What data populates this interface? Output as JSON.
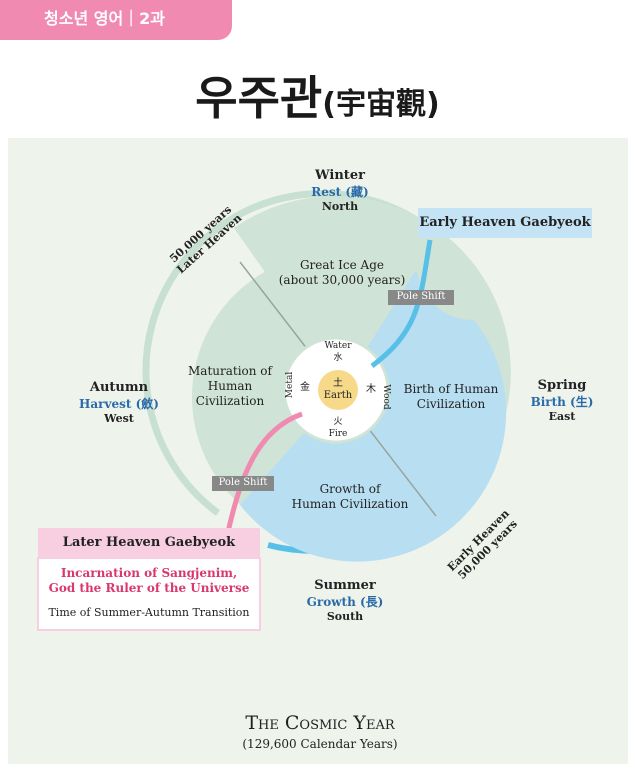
{
  "header": {
    "tag": "청소년 영어｜2과",
    "title": "우주관",
    "title_hanja": "(宇宙觀)"
  },
  "diagram": {
    "winter": {
      "season": "Winter",
      "phase": "Rest (藏)",
      "direction": "North"
    },
    "spring": {
      "season": "Spring",
      "phase": "Birth (生)",
      "direction": "East"
    },
    "summer": {
      "season": "Summer",
      "phase": "Growth (長)",
      "direction": "South"
    },
    "autumn": {
      "season": "Autumn",
      "phase": "Harvest (斂)",
      "direction": "West"
    },
    "later_heaven_arc": [
      "50,000 years",
      "Later Heaven"
    ],
    "early_heaven_arc": [
      "Early Heaven",
      "50,000 years"
    ],
    "early_gaebyeok": "Early Heaven Gaebyeok",
    "later_gaebyeok": "Later Heaven Gaebyeok",
    "incarnation": [
      "Incarnation of Sangjenim,",
      "God the Ruler of the Universe"
    ],
    "transition": "Time of Summer-Autumn Transition",
    "pole_shift_1": "Pole Shift",
    "pole_shift_2": "Pole Shift",
    "great_ice_age": [
      "Great Ice Age",
      "(about 30,000 years)"
    ],
    "maturation": [
      "Maturation of",
      "Human",
      "Civilization"
    ],
    "birth_civ": [
      "Birth of Human",
      "Civilization"
    ],
    "growth_civ": [
      "Growth of",
      "Human Civilization"
    ],
    "elements": {
      "water": "Water",
      "water_char": "水",
      "fire": "Fire",
      "fire_char": "火",
      "wood": "Wood",
      "wood_char": "木",
      "metal": "Metal",
      "metal_char": "金",
      "earth": "Earth",
      "earth_char": "土"
    },
    "caption": "The Cosmic Year",
    "caption_sub": "(129,600 Calendar Years)"
  },
  "colors": {
    "green": "#cfe3d6",
    "blue": "#b8def2",
    "cyan": "#58c0e8",
    "pink": "#f08ab0",
    "earth": "#f7d98a"
  }
}
